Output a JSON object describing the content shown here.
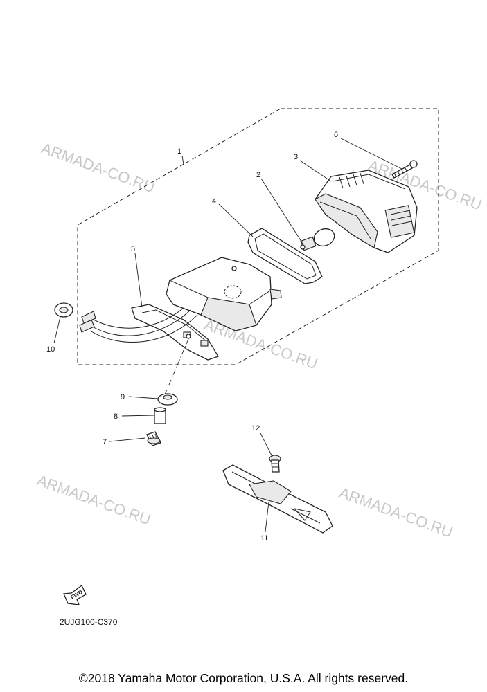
{
  "watermarks": [
    "ARMADA-CO.RU",
    "ARMADA-CO.RU",
    "ARMADA-CO.RU",
    "ARMADA-CO.RU",
    "ARMADA-CO.RU"
  ],
  "callouts": [
    "1",
    "2",
    "3",
    "4",
    "5",
    "6",
    "7",
    "8",
    "9",
    "10",
    "11",
    "12"
  ],
  "fwd_label": "FWD",
  "diagram_code": "2UJG100-C370",
  "copyright": "©2018 Yamaha Motor Corporation, U.S.A. All rights reserved."
}
